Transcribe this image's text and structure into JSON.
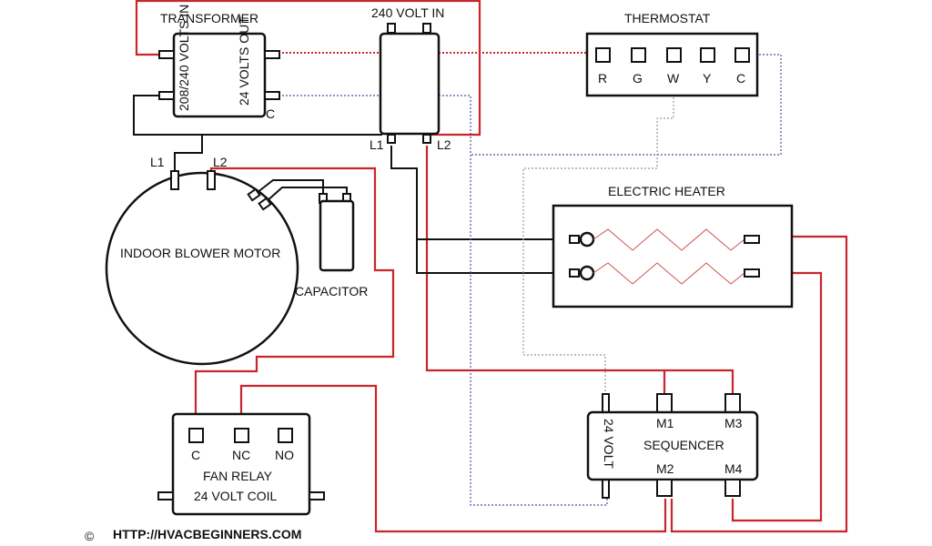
{
  "labels": {
    "transformer": "TRANSFORMER",
    "transformer_in": "208/240 VOLTS IN",
    "transformer_out": "24 VOLTS OUT",
    "transformer_c": "C",
    "volt_in": "240 VOLT IN",
    "volt_in_l1": "L1",
    "volt_in_l2": "L2",
    "thermostat": "THERMOSTAT",
    "thermostat_terminals": [
      "R",
      "G",
      "W",
      "Y",
      "C"
    ],
    "motor_l1": "L1",
    "motor_l2": "L2",
    "motor": "INDOOR BLOWER MOTOR",
    "capacitor": "CAPACITOR",
    "heater": "ELECTRIC HEATER",
    "fan_relay_terminals": [
      "C",
      "NC",
      "NO"
    ],
    "fan_relay": "FAN RELAY",
    "fan_relay_coil": "24 VOLT COIL",
    "sequencer": "SEQUENCER",
    "sequencer_coil": "24 VOLT",
    "sequencer_terminals": [
      "M1",
      "M3",
      "M2",
      "M4"
    ],
    "copyright_symbol": "©",
    "credit": "HTTP://HVACBEGINNERS.COM"
  },
  "colors": {
    "line_voltage": "#c8262c",
    "neutral": "#111111",
    "common_24v": "#4a4fa0",
    "heat_call": "#999999"
  }
}
